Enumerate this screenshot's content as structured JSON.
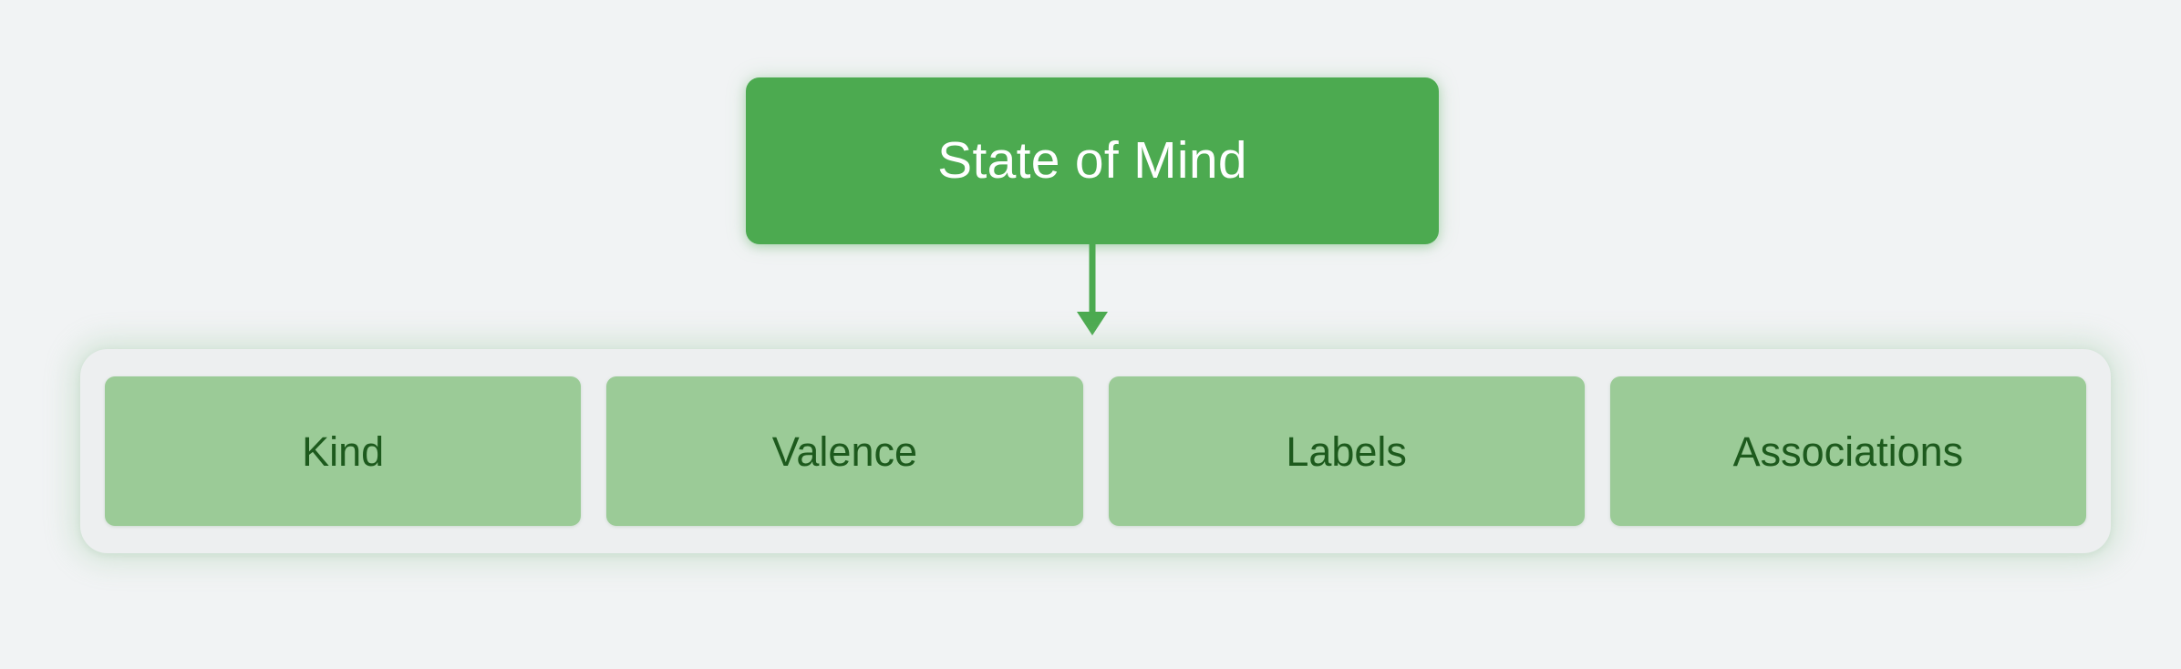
{
  "diagram": {
    "type": "hierarchy-tree",
    "background_color": "#f1f3f4",
    "root": {
      "label": "State of Mind",
      "fill_color": "#4caa50",
      "text_color": "#ffffff"
    },
    "connector": {
      "kind": "arrow-down-icon",
      "color": "#4caa50",
      "direction": "down"
    },
    "children_group": {
      "container_color": "#edeff0",
      "glow_color": "#96c89b",
      "items": [
        {
          "label": "Kind",
          "fill_color": "#9bcb97",
          "text_color": "#1d5a1d"
        },
        {
          "label": "Valence",
          "fill_color": "#9bcb97",
          "text_color": "#1d5a1d"
        },
        {
          "label": "Labels",
          "fill_color": "#9bcb97",
          "text_color": "#1d5a1d"
        },
        {
          "label": "Associations",
          "fill_color": "#9bcb97",
          "text_color": "#1d5a1d"
        }
      ]
    }
  }
}
